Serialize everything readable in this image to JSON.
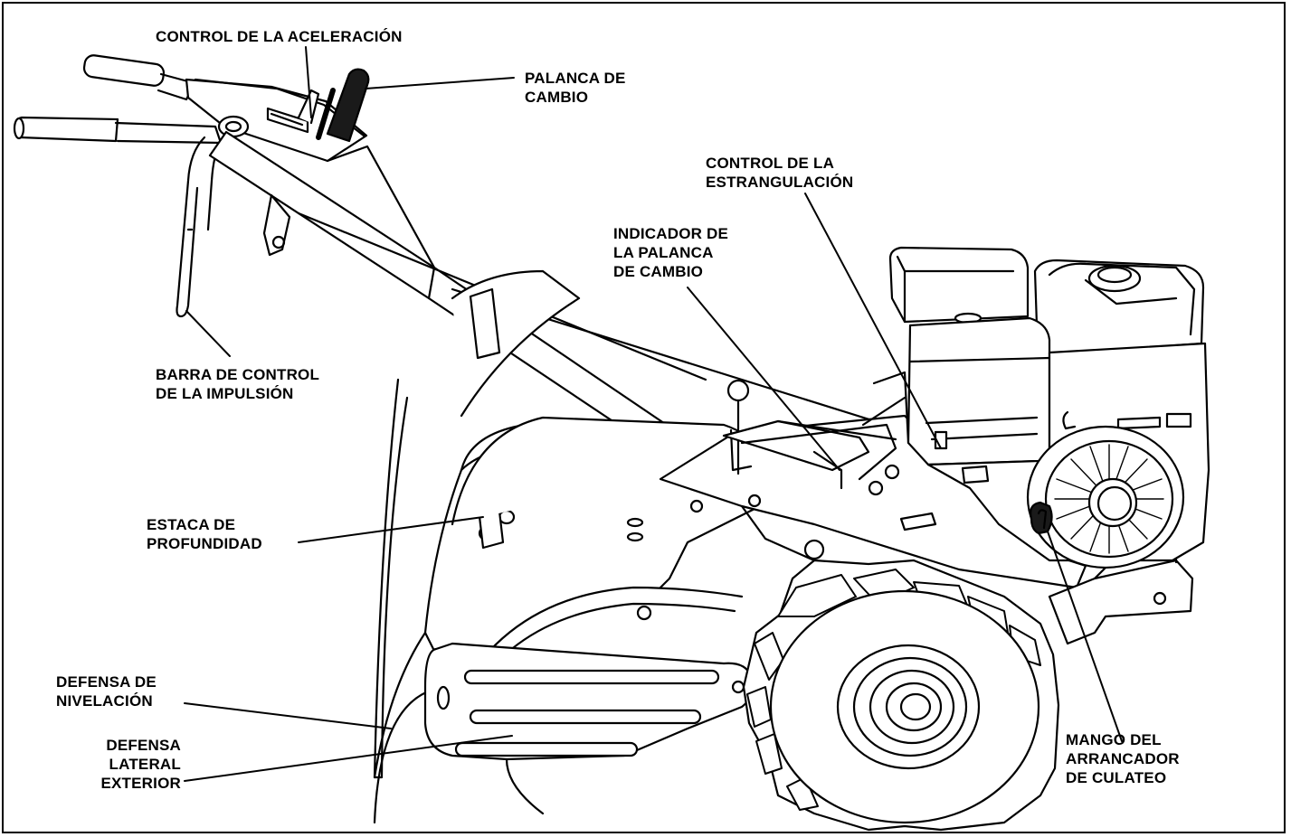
{
  "labels": {
    "throttle": [
      "CONTROL DE LA ACELERACIÓN"
    ],
    "shift_lever": [
      "PALANCA DE",
      "CAMBIO"
    ],
    "choke": [
      "CONTROL DE LA",
      "ESTRANGULACIÓN"
    ],
    "shift_indicator": [
      "INDICADOR DE",
      "LA PALANCA",
      "DE CAMBIO"
    ],
    "drive_bar": [
      "BARRA DE CONTROL",
      "DE LA IMPULSIÓN"
    ],
    "depth_stake": [
      "ESTACA DE",
      "PROFUNDIDAD"
    ],
    "leveling_shield": [
      "DEFENSA DE",
      "NIVELACIÓN"
    ],
    "side_shield": [
      "DEFENSA",
      "LATERAL",
      "EXTERIOR"
    ],
    "recoil_handle": [
      "MANGO DEL",
      "ARRANCADOR",
      "DE CULATEO"
    ]
  },
  "colors": {
    "ink": "#000000",
    "paper": "#ffffff",
    "grip": "#1a1a1a"
  }
}
